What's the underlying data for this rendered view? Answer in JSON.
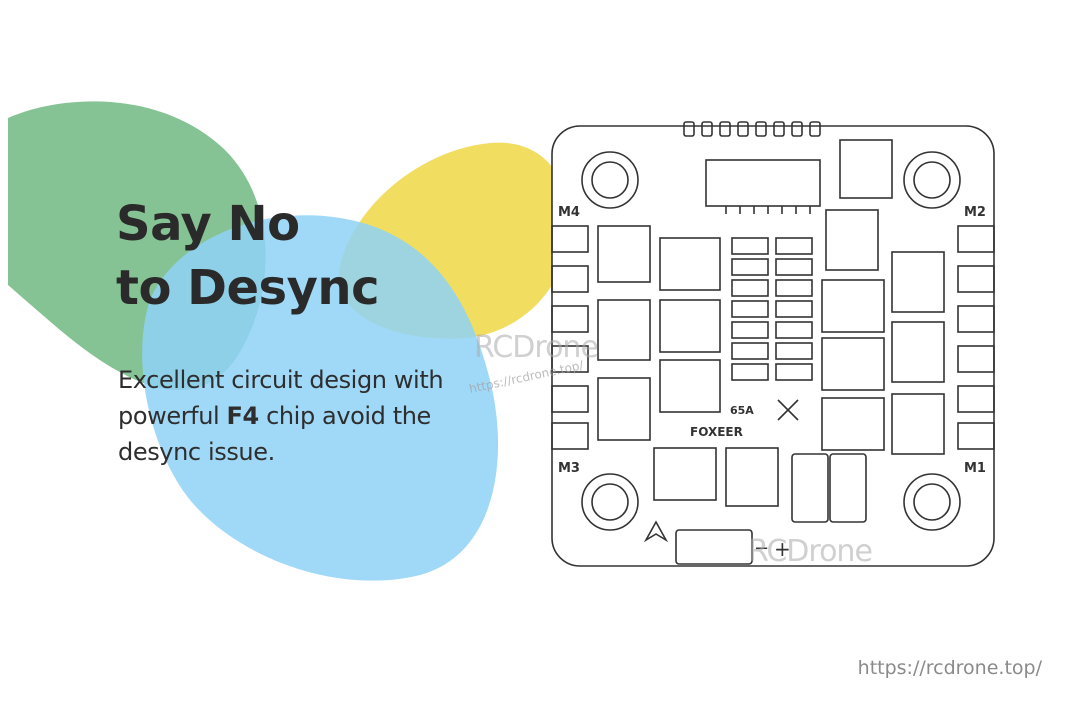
{
  "headline": {
    "line1": "Say No",
    "line2": "to Desync"
  },
  "description": {
    "part1": "Excellent circuit design with powerful ",
    "highlight": "F4",
    "part2": " chip avoid the desync issue."
  },
  "board": {
    "brand": "FOXEER",
    "rating": "65A",
    "motor_labels": {
      "m1": "M1",
      "m2": "M2",
      "m3": "M3",
      "m4": "M4"
    },
    "plus": "+",
    "minus": "−"
  },
  "watermark": {
    "logo": "RCDrone",
    "logo2": "RCDrone",
    "url": "https://rcdrone.top/"
  },
  "footer": {
    "url": "https://rcdrone.top/"
  },
  "colors": {
    "green": "#7fc08e",
    "blue": "#8fd2f7",
    "yellow": "#f0d94f",
    "text": "#2a2a2a"
  }
}
